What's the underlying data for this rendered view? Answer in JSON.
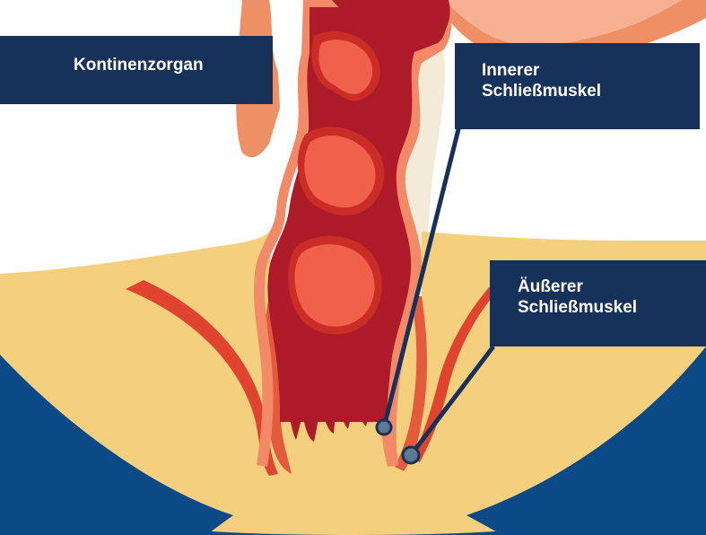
{
  "labels": {
    "continence_organ": "Kontinenzorgan",
    "inner_sphincter": [
      "Innerer",
      "Schließmuskel"
    ],
    "outer_sphincter": [
      "Äußerer",
      "Schließmuskel"
    ]
  },
  "colors": {
    "navy_label": "#16325a",
    "blue_band": "#0b4a86",
    "skin": "#f4d07e",
    "rectum_wall_dark": "#ae1b28",
    "mucosa": "#f0604a",
    "muscle_outer": "#e45a3c",
    "muscle_light": "#f28a68",
    "peach": "#f5b192"
  }
}
